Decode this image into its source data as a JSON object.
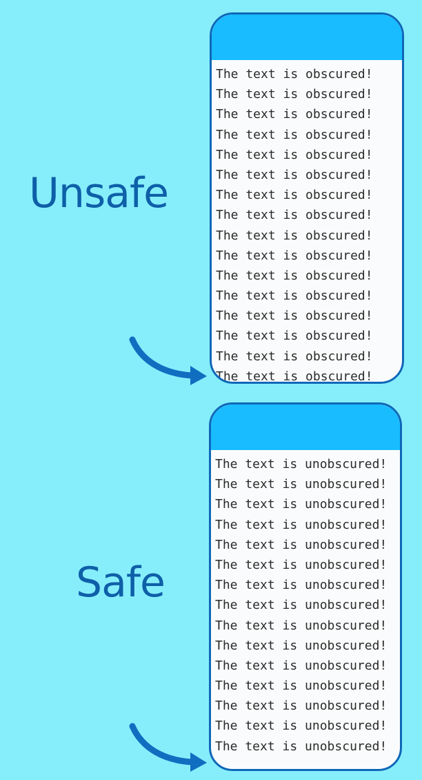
{
  "labels": {
    "unsafe": "Unsafe",
    "safe": "Safe"
  },
  "panels": {
    "unsafe": {
      "lines": [
        "The text is obscured!",
        "The text is obscured!",
        "The text is obscured!",
        "The text is obscured!",
        "The text is obscured!",
        "The text is obscured!",
        "The text is obscured!",
        "The text is obscured!",
        "The text is obscured!",
        "The text is obscured!",
        "The text is obscured!",
        "The text is obscured!",
        "The text is obscured!",
        "The text is obscured!",
        "The text is obscured!",
        "The text is obscured!"
      ]
    },
    "safe": {
      "lines": [
        "The text is unobscured!",
        "The text is unobscured!",
        "The text is unobscured!",
        "The text is unobscured!",
        "The text is unobscured!",
        "The text is unobscured!",
        "The text is unobscured!",
        "The text is unobscured!",
        "The text is unobscured!",
        "The text is unobscured!",
        "The text is unobscured!",
        "The text is unobscured!",
        "The text is unobscured!",
        "The text is unobscured!",
        "The text is unobscured!"
      ]
    }
  },
  "colors": {
    "background": "#86EEFB",
    "label": "#0E5FA8",
    "header": "#18BCFF",
    "panel_border": "#0F67B8",
    "panel_body": "#FAFBFC",
    "arrow": "#0F6EC0",
    "text": "#2A2A2A"
  },
  "icons": {
    "arrow": "curved-arrow-icon"
  }
}
